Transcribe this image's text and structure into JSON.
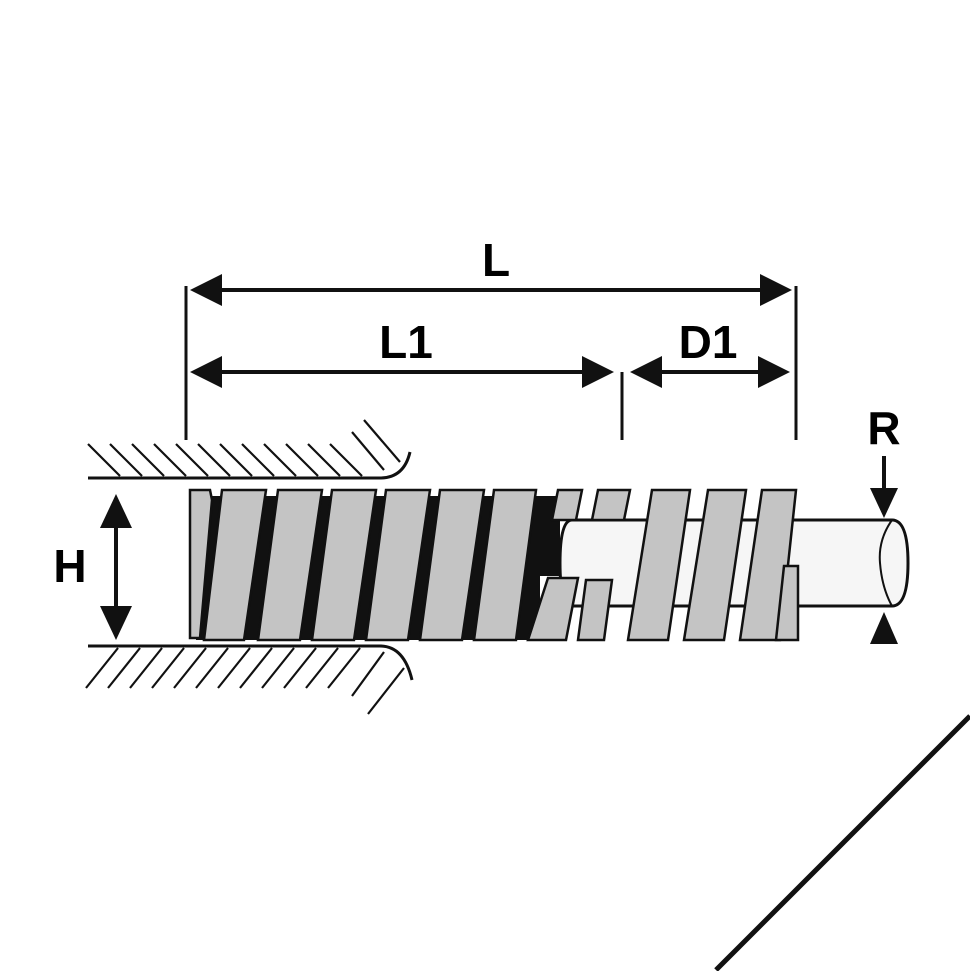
{
  "labels": {
    "overall_length": "L",
    "free_length": "L1",
    "guide_length": "D1",
    "rod_diameter": "R",
    "hole_diameter": "H"
  },
  "colors": {
    "line": "#111111",
    "spring_fill": "#c4c4c4",
    "spring_shadow": "#111111",
    "rod_fill": "#f6f6f6",
    "background": "#ffffff"
  }
}
